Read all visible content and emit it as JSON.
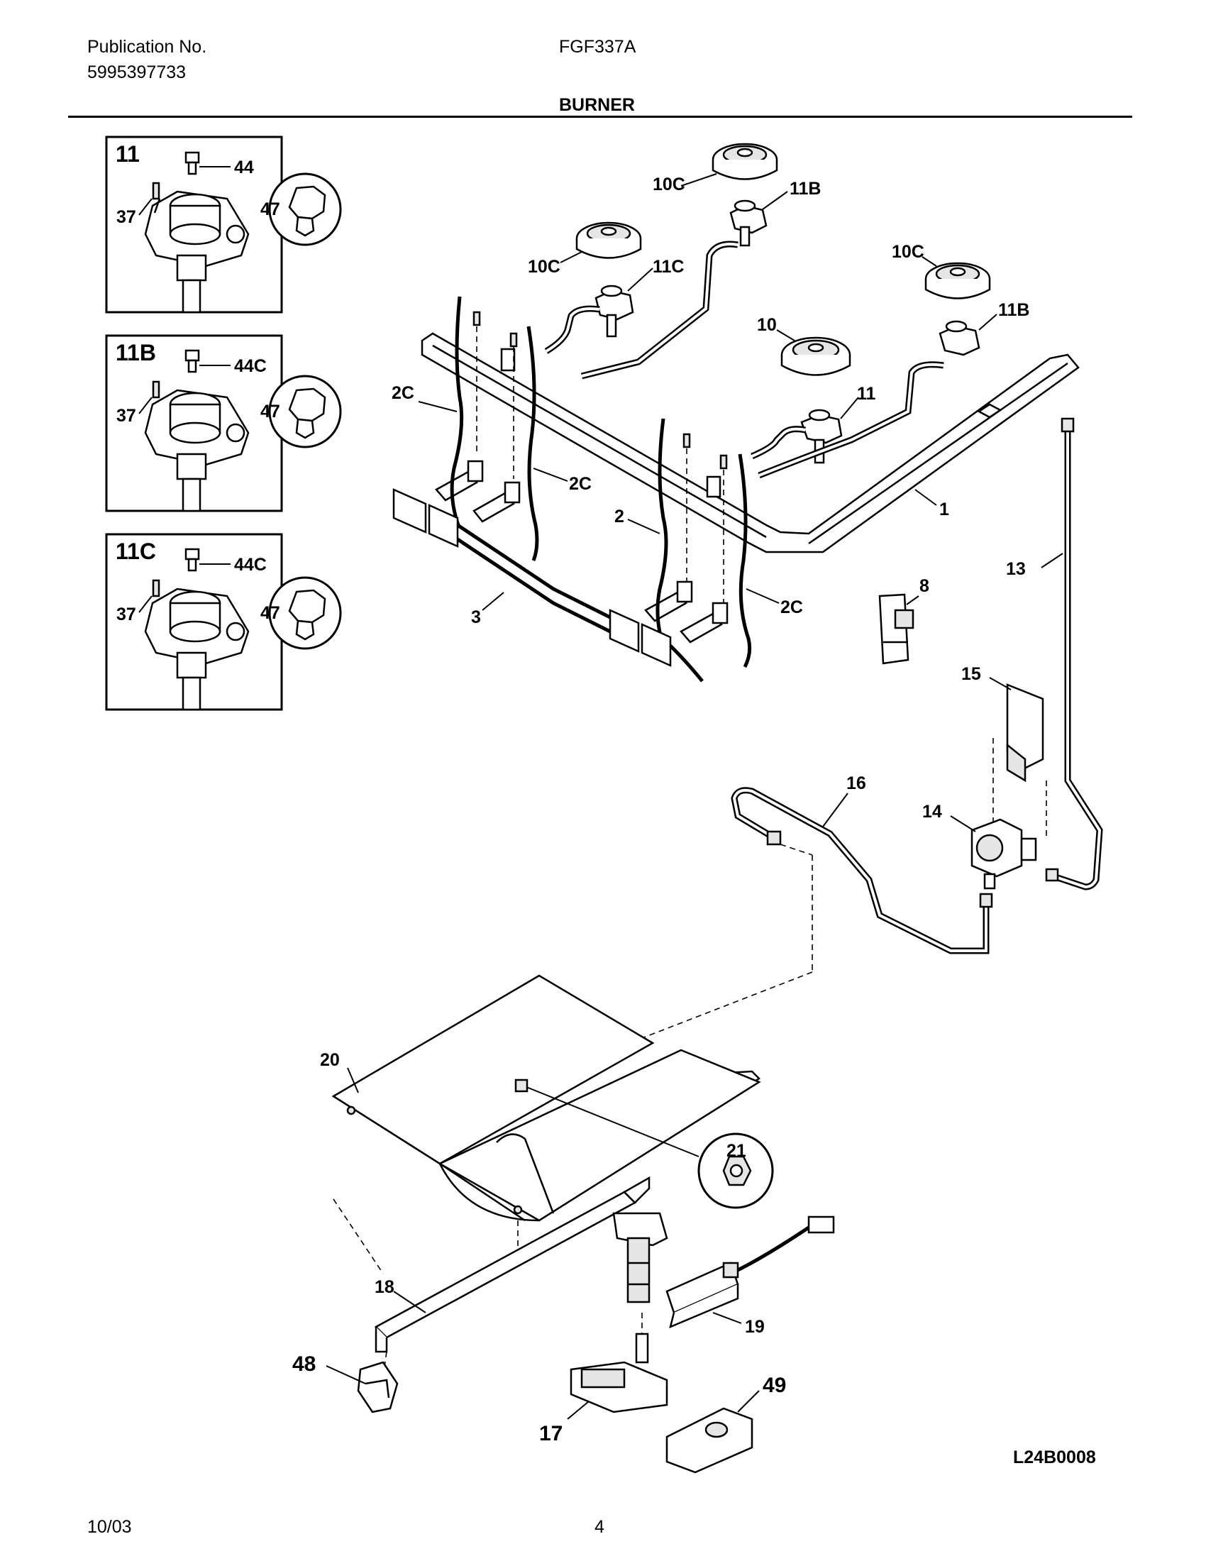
{
  "header": {
    "publication_label": "Publication No.",
    "publication_number": "5995397733",
    "model": "FGF337A",
    "section_title": "BURNER"
  },
  "insets": [
    {
      "id": "11",
      "callouts": [
        "44",
        "37",
        "47"
      ]
    },
    {
      "id": "11B",
      "callouts": [
        "44C",
        "37",
        "47"
      ]
    },
    {
      "id": "11C",
      "callouts": [
        "44C",
        "37",
        "47"
      ]
    }
  ],
  "callouts": {
    "c10C_a": "10C",
    "c11B_a": "11B",
    "c10C_b": "10C",
    "c11C": "11C",
    "c10C_c": "10C",
    "c11B_b": "11B",
    "c10": "10",
    "c11": "11",
    "c2C_a": "2C",
    "c2C_b": "2C",
    "c2C_c": "2C",
    "c2": "2",
    "c1": "1",
    "c3": "3",
    "c8": "8",
    "c13": "13",
    "c15": "15",
    "c16": "16",
    "c14": "14",
    "c20": "20",
    "c21": "21",
    "c18": "18",
    "c19": "19",
    "c48": "48",
    "c49": "49",
    "c17": "17"
  },
  "diagram_code": "L24B0008",
  "footer": {
    "date": "10/03",
    "page": "4"
  }
}
